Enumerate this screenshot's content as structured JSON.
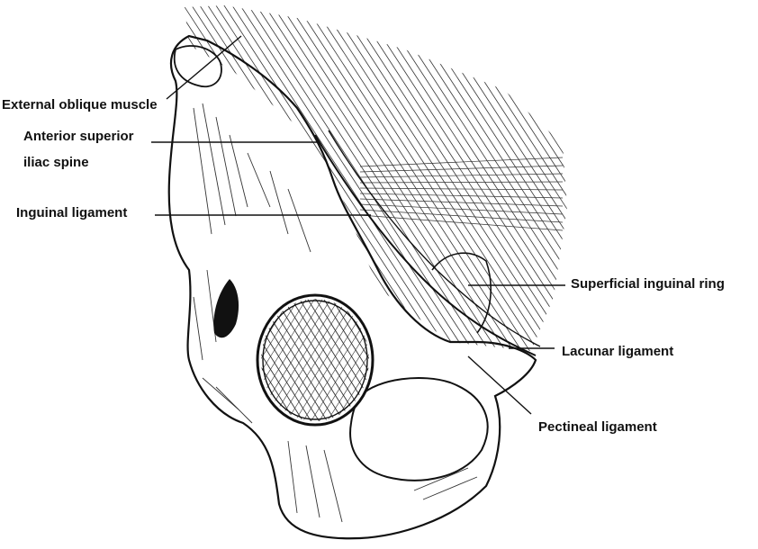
{
  "colors": {
    "ink": "#111111",
    "paper": "#ffffff",
    "hatch": "#333333"
  },
  "labels": {
    "external_oblique": "External oblique muscle",
    "asis_line1": "Anterior superior",
    "asis_line2": "iliac spine",
    "inguinal_ligament": "Inguinal ligament",
    "superficial_ring": "Superficial inguinal ring",
    "lacunar_ligament": "Lacunar ligament",
    "pectineal_ligament": "Pectineal ligament"
  }
}
